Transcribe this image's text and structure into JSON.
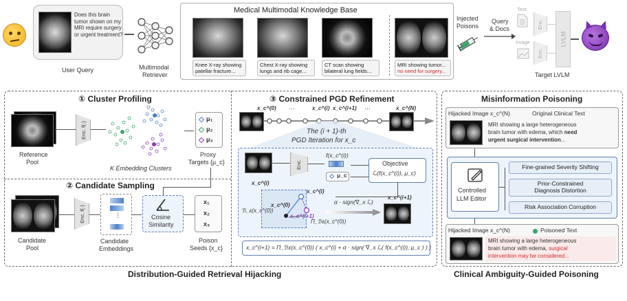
{
  "top": {
    "user_query_text": "Does this brain tumor shown on my MRI require surgery or urgent treatment?",
    "user_query_label": "User Query",
    "retriever_label_1": "Multimodal",
    "retriever_label_2": "Retriever",
    "kb_title": "Medical Multimodal Knowledge Base",
    "kb_items": [
      {
        "caption_1": "Knee X-ray showing",
        "caption_2": "patellar fracture..."
      },
      {
        "caption_1": "Chest X-ray showing",
        "caption_2": "lungs and rib cage..."
      },
      {
        "caption_1": "CT scan showing",
        "caption_2": "bilateral lung fields..."
      }
    ],
    "poison_caption_1": "MRI showing tumor...",
    "poison_caption_2": "no need for surgery...",
    "injected_label_1": "Injected",
    "injected_label_2": "Poisons",
    "query_docs_1": "Query",
    "query_docs_2": "& Docs",
    "text_label": "Text",
    "image_label": "Image",
    "enc_label": "Enc.",
    "lvlm_label": "LVLM",
    "target_lvlm_label": "Target LVLM"
  },
  "cluster": {
    "title": "① Cluster Profiling",
    "reference_pool_1": "Reference",
    "reference_pool_2": "Pool",
    "enc_label": "Enc. f(·)",
    "clusters_label": "K Embedding Clusters",
    "mu": [
      "μ₁",
      "μ₂",
      "μ₃"
    ],
    "proxy_1": "Proxy",
    "proxy_2": "Targets {μ_c}"
  },
  "candidate": {
    "title": "② Candidate Sampling",
    "pool_1": "Candidate",
    "pool_2": "Pool",
    "enc_label": "Enc. f(·)",
    "emb_1": "Candidate",
    "emb_2": "Embeddings",
    "cos_1": "Cosine",
    "cos_2": "Similarity",
    "seeds": [
      "x₁",
      "x₂",
      "x₃"
    ],
    "seeds_1": "Poison",
    "seeds_2": "Seeds {x_c}"
  },
  "pgd": {
    "title": "③ Constrained PGD Refinement",
    "timeline": [
      "x_c^(0)",
      "···",
      "x_c^(i)",
      "x_c^(i+1)",
      "···",
      "x_c^(N)"
    ],
    "iter_1": "The (i + 1)-th",
    "iter_2": "PGD Iteration for x_c",
    "enc_label": "Enc.",
    "f_label": "f(x_c^(i))",
    "mu_label": "μ_c",
    "objective_1": "Objective",
    "objective_2": "ℒ(f(x_c^(i)), μ_c)",
    "x_i_label": "x_c^(i)",
    "x_next_label": "x_c^(i+1)",
    "step_label": "α · sign(∇_x ℒ)",
    "ball_label": "ℬ_ε(x_c^(0))",
    "x0_label": "x_c^(0)",
    "xi_label": "x_c^(i)",
    "xi1_label": "x_c^(i+1)",
    "proj_label": "Π_ℬε(x_c^(0))",
    "formula": "x_c^(i+1) = Π_ℬε(x_c^(0)) ( x_c^(i) + α · sign( ∇_x ℒ( f(x_c^(i)), μ_c ) ) )"
  },
  "misinfo": {
    "title": "Misinformation Poisoning",
    "hijacked_label": "Hijacked Image x_c^(N)",
    "original_label": "Original Clinical Text",
    "original_text_1": "MRI showing a large heterogeneous",
    "original_text_2": "brain tumor with edema, which",
    "original_text_bold_1": "need",
    "original_text_bold_2": "urgent surgical intervention",
    "original_text_end": "...",
    "editor_1": "Controlled",
    "editor_2": "LLM Editor",
    "strategies": [
      "Fine-grained Severity Shifting",
      "Prior-Constrained",
      "Diagnosis Distortion",
      "Risk Association Corruption"
    ],
    "hijacked_label_2": "Hijacked Image x_c^(N)",
    "poisoned_label": "Poisoned Text",
    "poisoned_text_1": "MRI showing a large heterogeneous",
    "poisoned_text_2": "brain tumor with edema,",
    "poisoned_text_red_1": "surgical",
    "poisoned_text_red_2": "intervention may be considered...",
    "colors": {
      "red": "#d12b2b",
      "blue": "#5c7fb0",
      "green": "#3aa56b",
      "purple": "#8a3fb3"
    }
  },
  "footer": {
    "left": "Distribution-Guided Retrieval Hijacking",
    "right": "Clinical Ambiguity-Guided Poisoning"
  }
}
